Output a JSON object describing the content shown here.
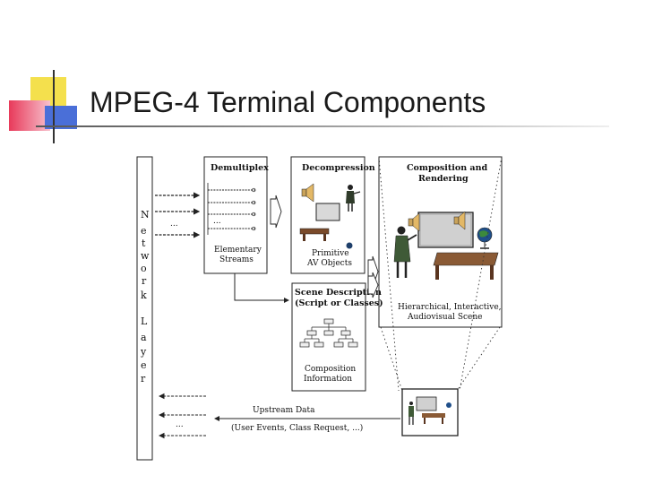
{
  "slide": {
    "title": "MPEG-4 Terminal Components"
  },
  "diagram": {
    "network_layer_letters": [
      "N",
      "e",
      "t",
      "w",
      "o",
      "r",
      "k",
      "",
      "L",
      "a",
      "y",
      "e",
      "r"
    ],
    "demultiplex": {
      "title": "Demultiplex",
      "caption_line1": "Elementary",
      "caption_line2": "Streams"
    },
    "decompression": {
      "title": "Decompression",
      "caption_line1": "Primitive",
      "caption_line2": "AV Objects"
    },
    "composition_rendering": {
      "title_line1": "Composition and",
      "title_line2": "Rendering",
      "caption_line1": "Hierarchical, Interactive,",
      "caption_line2": "Audiovisual Scene"
    },
    "scene_description": {
      "title_line1": "Scene Description",
      "title_line2": "(Script or Classes)",
      "caption_line1": "Composition",
      "caption_line2": "Information"
    },
    "upstream": {
      "label": "Upstream Data",
      "detail": "(User Events, Class Request, ...)"
    },
    "ellipsis": "..."
  },
  "colors": {
    "deco_yellow": "#f4e04d",
    "deco_red": "#e83a5a",
    "deco_blue": "#4a6fd8",
    "line": "#222222"
  }
}
